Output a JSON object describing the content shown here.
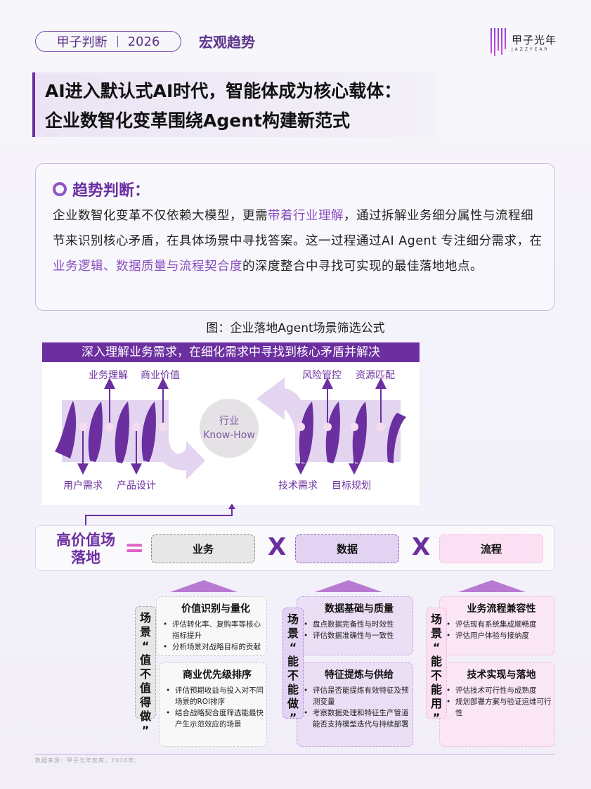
{
  "header": {
    "pill_left": "甲子判断",
    "pill_right": "2026",
    "section": "宏观趋势",
    "logo_cn": "甲子光年",
    "logo_en": "JAZZYEAR"
  },
  "title": {
    "line1": "AI进入默认式AI时代，智能体成为核心载体：",
    "line2": "企业数智化变革围绕Agent构建新范式"
  },
  "trend": {
    "heading": "趋势判断：",
    "body": [
      {
        "text": "企业数智化变革不仅依赖大模型，更需",
        "hl": false
      },
      {
        "text": "带着行业理解",
        "hl": true
      },
      {
        "text": "，通过拆解业务细分属性与流程细节来识别核心矛盾，在具体场景中寻找答案。这一过程通过AI Agent 专注细分需求，在",
        "hl": false
      },
      {
        "text": "业务逻辑、数据质量与流程契合度",
        "hl": true
      },
      {
        "text": "的深度整合中寻找可实现的最佳落地地点。",
        "hl": false
      }
    ]
  },
  "figure": {
    "caption": "图：企业落地Agent场景筛选公式",
    "banner": "深入理解业务需求，在细化需求中寻找到核心矛盾并解决",
    "left_top": [
      "业务理解",
      "商业价值"
    ],
    "left_bottom": [
      "用户需求",
      "产品设计"
    ],
    "center": [
      "行业",
      "Know-How"
    ],
    "right_top": [
      "风险管控",
      "资源匹配"
    ],
    "right_bottom": [
      "技术需求",
      "目标规划"
    ]
  },
  "formula": {
    "lhs": "高价值场落地",
    "eq": "=",
    "times": "X",
    "factors": [
      "业务",
      "数据",
      "流程"
    ]
  },
  "columns": [
    {
      "side": [
        "场",
        "景",
        "“",
        "值",
        "不",
        "值",
        "得",
        "做",
        "”"
      ],
      "cards": [
        {
          "title": "价值识别与量化",
          "items": [
            "评估转化率、复购率等核心指标提升",
            "分析场景对战略目标的贡献"
          ]
        },
        {
          "title": "商业优先级排序",
          "items": [
            "评估预期收益与投入对不同场景的ROI排序",
            "结合战略契合度筛选能最快产生示范效应的场景"
          ]
        }
      ]
    },
    {
      "side": [
        "场",
        "景",
        "“",
        "能",
        "不",
        "能",
        "做",
        "”"
      ],
      "cards": [
        {
          "title": "数据基础与质量",
          "items": [
            "盘点数据完备性与时效性",
            "评估数据准确性与一致性"
          ]
        },
        {
          "title": "特征提炼与供给",
          "items": [
            "评估是否能提炼有效特征及预测变量",
            "考察数据处理和特征生产管道能否支持模型迭代与持续部署"
          ]
        }
      ]
    },
    {
      "side": [
        "场",
        "景",
        "“",
        "能",
        "不",
        "能",
        "用",
        "”"
      ],
      "cards": [
        {
          "title": "业务流程兼容性",
          "items": [
            "评估现有系统集成顺畅度",
            "评估用户体验与接纳度"
          ]
        },
        {
          "title": "技术实现与落地",
          "items": [
            "评估技术可行性与成熟度",
            "规划部署方案与验证运维可行性"
          ]
        }
      ]
    }
  ],
  "footer": {
    "source": "数据来源：甲子光年智库，2026年；"
  },
  "colors": {
    "primary": "#6b2fa0",
    "highlight": "#8a4fc0",
    "pink": "#e060c8"
  }
}
